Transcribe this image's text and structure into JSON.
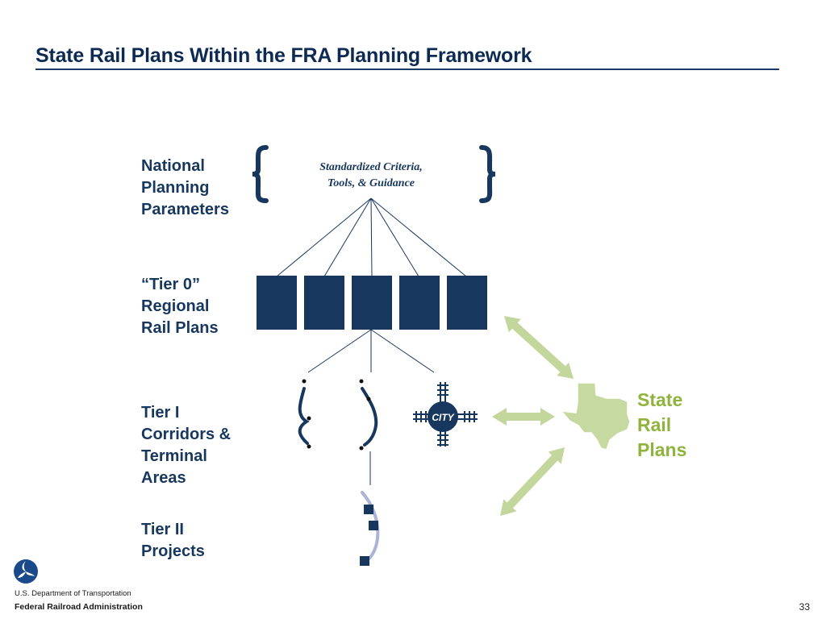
{
  "title": "State Rail Plans Within the FRA Planning Framework",
  "tiers": {
    "national": [
      "National",
      "Planning",
      "Parameters"
    ],
    "tier0": [
      "“Tier 0”",
      "Regional",
      "Rail Plans"
    ],
    "tier1": [
      "Tier I",
      "Corridors &",
      "Terminal",
      "Areas"
    ],
    "tier2": [
      "Tier II",
      "Projects"
    ]
  },
  "standardized": [
    "Standardized Criteria,",
    "Tools, & Guidance"
  ],
  "city_label": "CITY",
  "state_rail_plans": [
    "State",
    "Rail",
    "Plans"
  ],
  "footer": {
    "department": "U.S. Department of Transportation",
    "administration": "Federal Railroad Administration",
    "page_number": "33"
  },
  "colors": {
    "navy": "#17375e",
    "green": "#8fb43e",
    "arrow_green": "#c3d69b",
    "texas_fill": "#c6d9a0",
    "tier2_line": "#a9b4d6"
  },
  "icons": {
    "brace_left": "left-curly-brace-icon",
    "brace_right": "right-curly-brace-icon",
    "texas": "texas-state-map-icon",
    "city": "city-rail-hub-icon",
    "logo": "dot-triskelion-logo-icon"
  }
}
